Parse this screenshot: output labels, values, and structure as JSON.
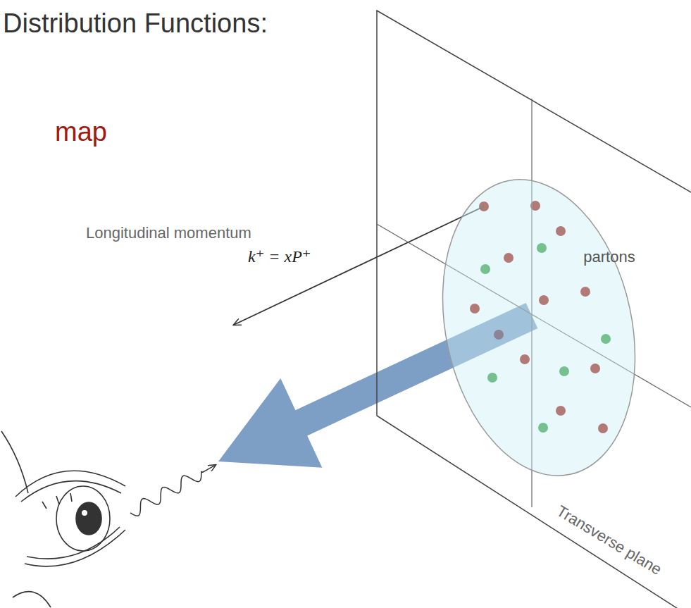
{
  "diagram": {
    "title": "Distribution Functions:",
    "nodes": [
      {
        "text": [
          "Transverse plane"
        ]
      },
      {
        "text": [
          "partons"
        ],
        "in": 0
      }
    ],
    "labels": [
      "map",
      "Longitudinal momentum",
      "k⁺ = xP⁺"
    ]
  }
}
